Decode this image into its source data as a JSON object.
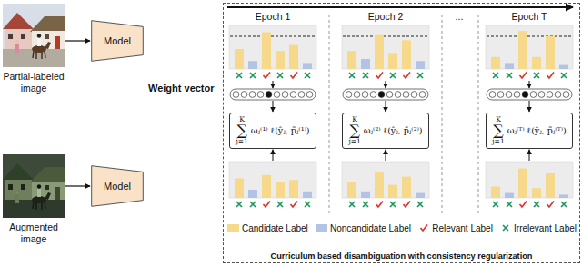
{
  "diagram": {
    "nodes": [
      {
        "text": [
          "Partial-labeled image"
        ]
      },
      {
        "text": [
          "Model"
        ]
      },
      {
        "text": [
          "Augmented image"
        ]
      },
      {
        "text": [
          "Model"
        ]
      },
      {
        "text": [
          "Curriculum based disambiguation with consistency regularization"
        ]
      },
      {
        "text": [
          "K",
          "∑",
          "j=1",
          "ωⱼ⁽¹⁾ ℓ(ŷⱼ, p̃ⱼ⁽¹⁾)"
        ],
        "in": 4
      },
      {
        "text": [
          "K",
          "∑",
          "j=1",
          "ωⱼ⁽²⁾ ℓ(ŷⱼ, p̃ⱼ⁽²⁾)"
        ],
        "in": 4
      },
      {
        "text": [
          "K",
          "∑",
          "j=1",
          "ωⱼ⁽ᵀ⁾ ℓ(ŷⱼ, p̃ⱼ⁽ᵀ⁾)"
        ],
        "in": 4
      }
    ],
    "edges": [
      {
        "from": 0,
        "to": 1,
        "arrow": "to"
      },
      {
        "from": 2,
        "to": 3,
        "arrow": "to"
      }
    ],
    "labels": [
      "Epoch 1",
      "Epoch 2",
      "...",
      "Epoch T",
      "Weight vector"
    ],
    "legend": [
      {
        "text": "Candidate Label",
        "color": "#f6d98a"
      },
      {
        "text": "Noncandidate Label",
        "color": "#b3c3e6"
      },
      {
        "text": "Relevant Label"
      },
      {
        "text": "Irrelevant Label"
      }
    ]
  }
}
